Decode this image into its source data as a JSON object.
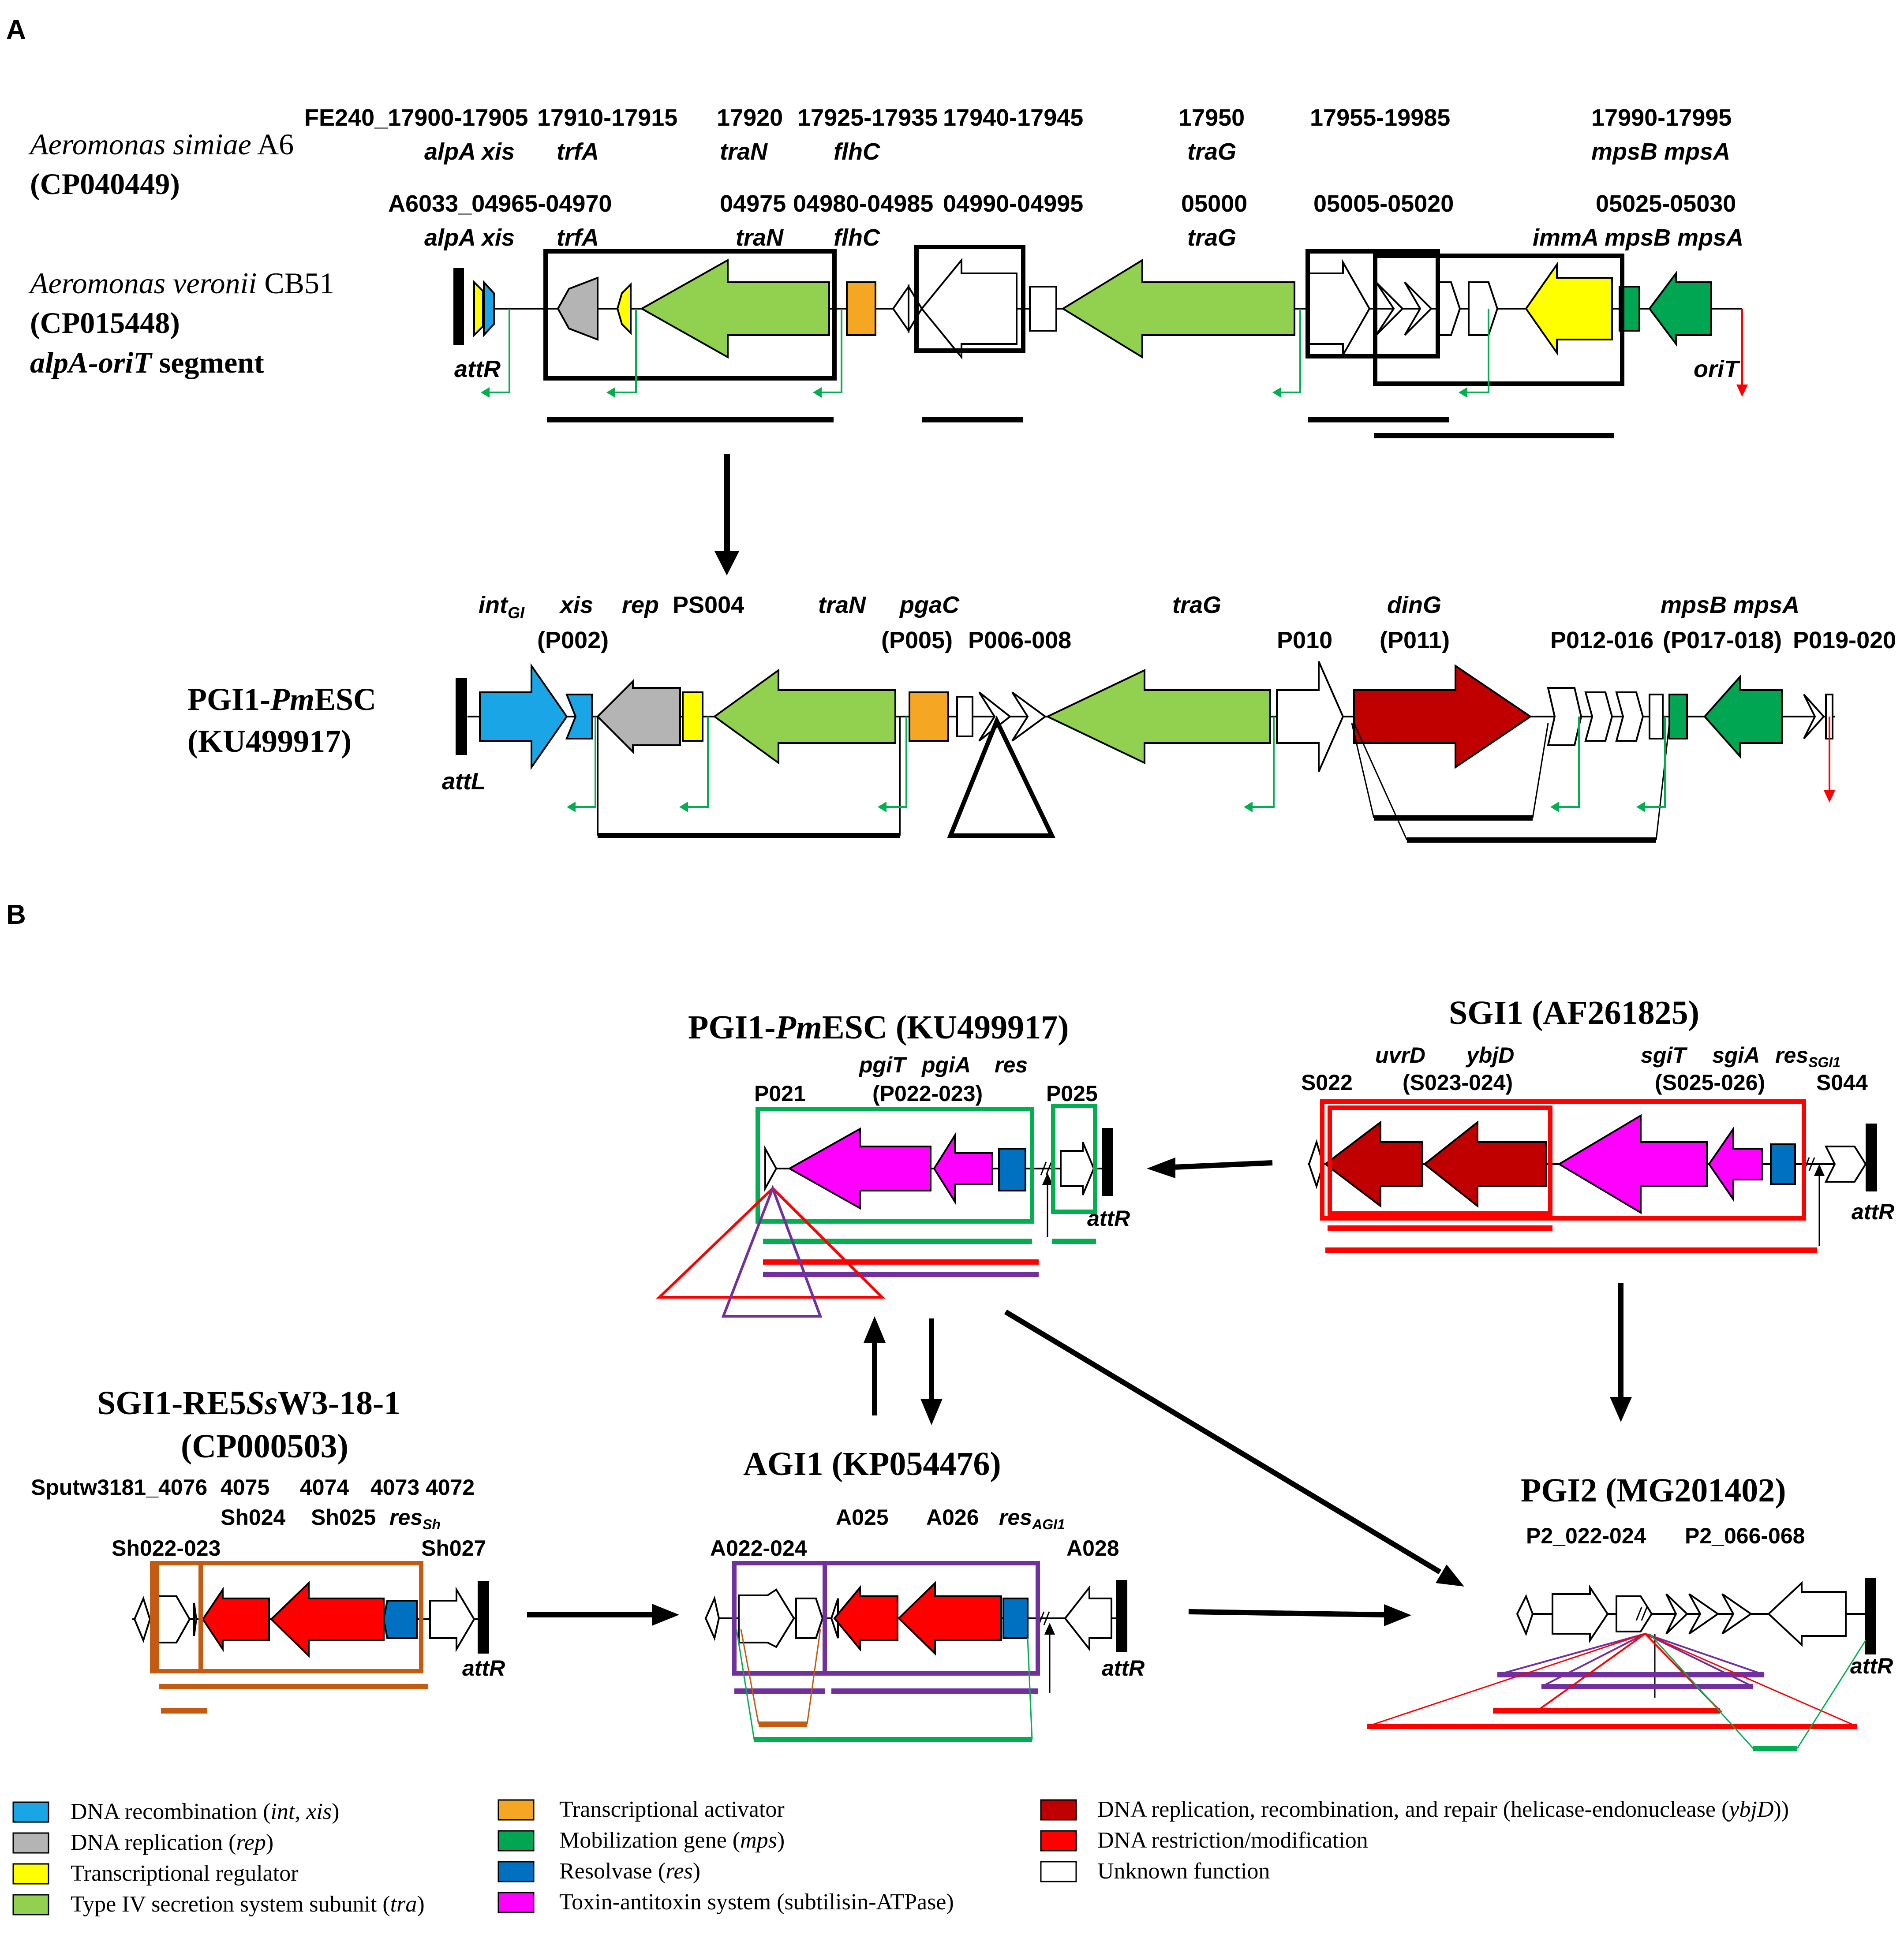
{
  "colors": {
    "recombination": "#1aa6e6",
    "replication": "#b4b4b4",
    "regulator": "#ffff00",
    "tra": "#92d050",
    "activator": "#f5a623",
    "mobilization": "#00a651",
    "resolvase": "#0070c0",
    "toxin": "#ff00ff",
    "helicase": "#c00000",
    "restriction": "#ff0000",
    "unknown": "#ffffff",
    "green_line": "#00b050",
    "red_line": "#ff0000",
    "purple_line": "#7030a0",
    "brown_line": "#c55a11"
  },
  "panelA": {
    "label": "A",
    "sp1": {
      "name": "Aeromonas simiae",
      "strain": "A6",
      "acc": "(CP040449)"
    },
    "sp2": {
      "name": "Aeromonas veronii",
      "strain": "CB51",
      "acc": "(CP015448)",
      "segment_a": "alpA-oriT",
      "segment_b": "segment"
    },
    "top_ids": [
      "FE240_17900-17905",
      "17910-17915",
      "17920",
      "17925-17935",
      "17940-17945",
      "17950",
      "17955-19985",
      "17990-17995"
    ],
    "top_genes": [
      "alpA xis",
      "trfA",
      "traN",
      "flhC",
      "traG",
      "mpsB mpsA"
    ],
    "mid_ids": [
      "A6033_04965-04970",
      "04975",
      "04980-04985",
      "04990-04995",
      "05000",
      "05005-05020",
      "05025-05030"
    ],
    "mid_genes": [
      "alpA xis",
      "trfA",
      "traN",
      "flhC",
      "traG",
      "immA mpsB mpsA"
    ],
    "attR": "attR",
    "oriT": "oriT",
    "pgi1": {
      "name_a": "PGI1-",
      "name_b": "Pm",
      "name_c": "ESC",
      "acc": "(KU499917)"
    },
    "pgi1_labels": {
      "int": "int",
      "int_sub": "GI",
      "xis": "xis",
      "p002": "(P002)",
      "rep": "rep",
      "ps004": "PS004",
      "traN": "traN",
      "pgaC": "pgaC",
      "p005": "(P005)",
      "p006": "P006-008",
      "traG": "traG",
      "p010": "P010",
      "dinG": "dinG",
      "p011": "(P011)",
      "p012": "P012-016",
      "mps": "mpsB mpsA",
      "p017": "(P017-018)",
      "p019": "P019-020",
      "attL": "attL"
    }
  },
  "panelB": {
    "label": "B",
    "pgi1": {
      "title_a": "PGI1-",
      "title_b": "Pm",
      "title_c": "ESC (KU499917)",
      "p021": "P021",
      "pgiT": "pgiT",
      "pgiA": "pgiA",
      "res": "res",
      "p022": "(P022-023)",
      "p025": "P025",
      "attR": "attR"
    },
    "sgi1": {
      "title": "SGI1 (AF261825)",
      "s022": "S022",
      "uvrD": "uvrD",
      "ybjD": "ybjD",
      "s023": "(S023-024)",
      "sgiT": "sgiT",
      "sgiA": "sgiA",
      "res": "res",
      "res_sub": "SGI1",
      "s025": "(S025-026)",
      "s044": "S044",
      "attR": "attR"
    },
    "sgire": {
      "title_a": "SGI1-RE5",
      "title_b": "Ss",
      "title_c": "W3-18-1",
      "acc": "(CP000503)",
      "sputw": "Sputw3181_4076",
      "n4075": "4075",
      "n4074": "4074",
      "n4073": "4073",
      "n4072": "4072",
      "sh024": "Sh024",
      "sh025": "Sh025",
      "res": "res",
      "res_sub": "Sh",
      "sh022": "Sh022-023",
      "sh027": "Sh027",
      "attR": "attR"
    },
    "agi1": {
      "title": "AGI1 (KP054476)",
      "a022": "A022-024",
      "a025": "A025",
      "a026": "A026",
      "res": "res",
      "res_sub": "AGI1",
      "a028": "A028",
      "attR": "attR"
    },
    "pgi2": {
      "title": "PGI2 (MG201402)",
      "p2a": "P2_022-024",
      "p2b": "P2_066-068",
      "attR": "attR"
    }
  },
  "legend": [
    {
      "key": "recombination",
      "text": "DNA recombination (",
      "ital": "int, xis",
      "tail": ")"
    },
    {
      "key": "replication",
      "text": "DNA replication (",
      "ital": "rep",
      "tail": ")"
    },
    {
      "key": "regulator",
      "text": "Transcriptional regulator",
      "ital": "",
      "tail": ""
    },
    {
      "key": "tra",
      "text": "Type IV secretion system subunit (",
      "ital": "tra",
      "tail": ")"
    },
    {
      "key": "activator",
      "text": "Transcriptional activator",
      "ital": "",
      "tail": ""
    },
    {
      "key": "mobilization",
      "text": "Mobilization gene (",
      "ital": "mps",
      "tail": ")"
    },
    {
      "key": "resolvase",
      "text": "Resolvase (",
      "ital": "res",
      "tail": ")"
    },
    {
      "key": "toxin",
      "text": "Toxin-antitoxin system (subtilisin-ATPase)",
      "ital": "",
      "tail": ""
    },
    {
      "key": "helicase",
      "text": "DNA replication, recombination, and repair (helicase-endonuclease (",
      "ital": "ybjD",
      "tail": "))"
    },
    {
      "key": "restriction",
      "text": "DNA restriction/modification",
      "ital": "",
      "tail": ""
    },
    {
      "key": "unknown",
      "text": "Unknown function",
      "ital": "",
      "tail": ""
    }
  ]
}
